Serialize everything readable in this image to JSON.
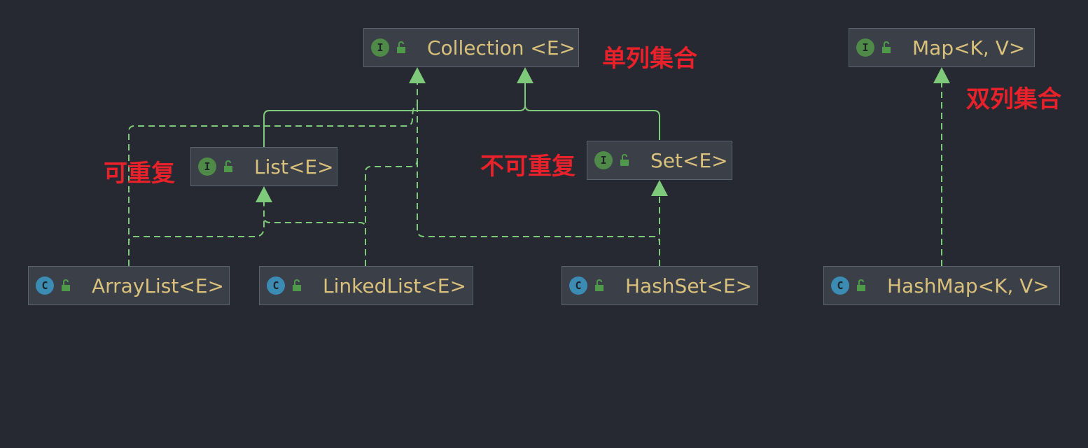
{
  "nodes": {
    "collection": {
      "name": "Collection <E>",
      "kind": "interface",
      "badge": "I"
    },
    "map": {
      "name": "Map<K, V>",
      "kind": "interface",
      "badge": "I"
    },
    "list": {
      "name": "List<E>",
      "kind": "interface",
      "badge": "I"
    },
    "set": {
      "name": "Set<E>",
      "kind": "interface",
      "badge": "I"
    },
    "arraylist": {
      "name": "ArrayList<E>",
      "kind": "class",
      "badge": "C"
    },
    "linkedlist": {
      "name": "LinkedList<E>",
      "kind": "class",
      "badge": "C"
    },
    "hashset": {
      "name": "HashSet<E>",
      "kind": "class",
      "badge": "C"
    },
    "hashmap": {
      "name": "HashMap<K, V>",
      "kind": "class",
      "badge": "C"
    }
  },
  "annotations": {
    "single_column": "单列集合",
    "double_column": "双列集合",
    "repeatable": "可重复",
    "non_repeatable": "不可重复"
  },
  "relations": [
    {
      "from": "List<E>",
      "to": "Collection <E>",
      "type": "extends"
    },
    {
      "from": "Set<E>",
      "to": "Collection <E>",
      "type": "extends"
    },
    {
      "from": "ArrayList<E>",
      "to": "List<E>",
      "type": "implements"
    },
    {
      "from": "LinkedList<E>",
      "to": "List<E>",
      "type": "implements"
    },
    {
      "from": "ArrayList<E>",
      "to": "Collection <E>",
      "type": "implements"
    },
    {
      "from": "LinkedList<E>",
      "to": "Collection <E>",
      "type": "implements"
    },
    {
      "from": "HashSet<E>",
      "to": "Set<E>",
      "type": "implements"
    },
    {
      "from": "HashSet<E>",
      "to": "Collection <E>",
      "type": "implements"
    },
    {
      "from": "HashMap<K, V>",
      "to": "Map<K, V>",
      "type": "implements"
    }
  ],
  "colors": {
    "background": "#262931",
    "node_fill": "#3a3f48",
    "node_border": "#5b6270",
    "node_text": "#d9c07b",
    "edge": "#7fc97a",
    "interface_badge": "#4f8a48",
    "class_badge": "#3b8bb3",
    "annotation": "#e8212a"
  },
  "icons": {
    "interface": "interface-icon",
    "class": "class-icon",
    "visibility": "unlocked-icon"
  }
}
